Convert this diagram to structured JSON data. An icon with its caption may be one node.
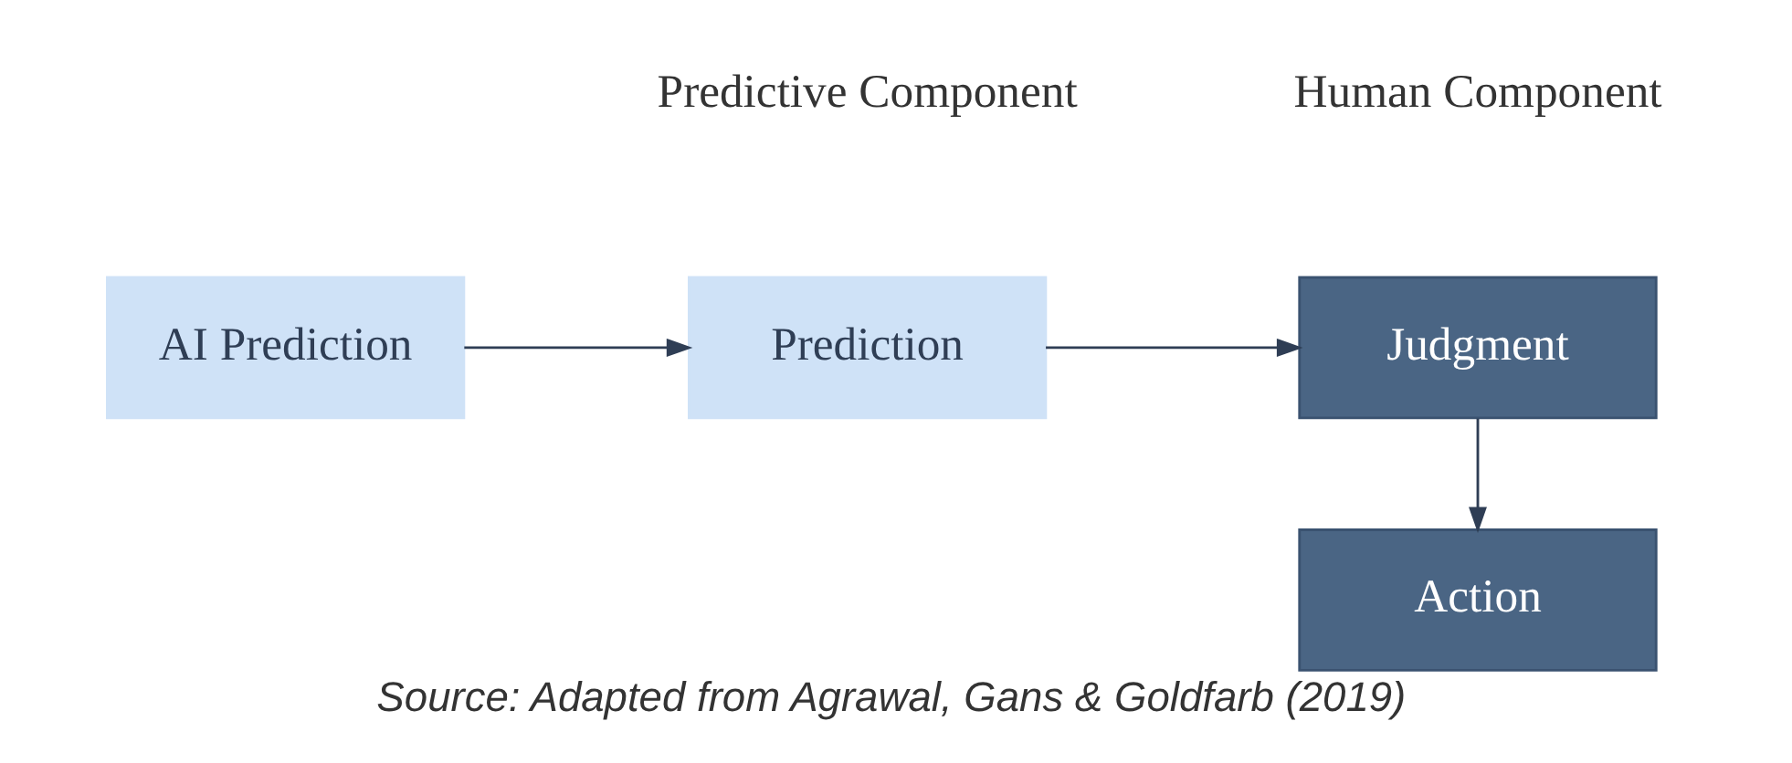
{
  "diagram": {
    "caption": "Source: Adapted from Agrawal, Gans & Goldfarb (2019)",
    "nodes": [
      {
        "text": [
          "AI Prediction"
        ]
      },
      {
        "text": [
          "Prediction"
        ]
      },
      {
        "text": [
          "Judgment"
        ]
      },
      {
        "text": [
          "Action"
        ]
      }
    ],
    "edges": [
      {
        "from": 0,
        "to": 1,
        "arrow": "to"
      },
      {
        "from": 1,
        "to": 2,
        "arrow": "to"
      },
      {
        "from": 2,
        "to": 3,
        "arrow": "to"
      }
    ],
    "labels": [
      "Predictive Component",
      "Human Component"
    ]
  }
}
